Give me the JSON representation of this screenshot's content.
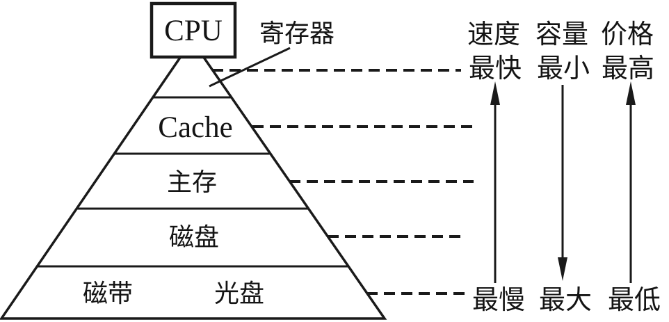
{
  "diagram_title": "memory-hierarchy-pyramid",
  "pyramid": {
    "cpu": "CPU",
    "levels": [
      {
        "id": "registers",
        "label": "",
        "callout": "寄存器"
      },
      {
        "id": "cache",
        "label": "Cache"
      },
      {
        "id": "main-memory",
        "label": "主存"
      },
      {
        "id": "disk",
        "label": "磁盘"
      },
      {
        "id": "tape-optical",
        "labels": [
          "磁带",
          "光盘"
        ]
      }
    ]
  },
  "attributes": {
    "speed": {
      "title": "速度",
      "top": "最快",
      "bottom": "最慢",
      "arrow_direction": "up"
    },
    "capacity": {
      "title": "容量",
      "top": "最小",
      "bottom": "最大",
      "arrow_direction": "down"
    },
    "price": {
      "title": "价格",
      "top": "最高",
      "bottom": "最低",
      "arrow_direction": "up"
    }
  },
  "colors": {
    "line": "#1a1a1a",
    "background": "#ffffff"
  }
}
